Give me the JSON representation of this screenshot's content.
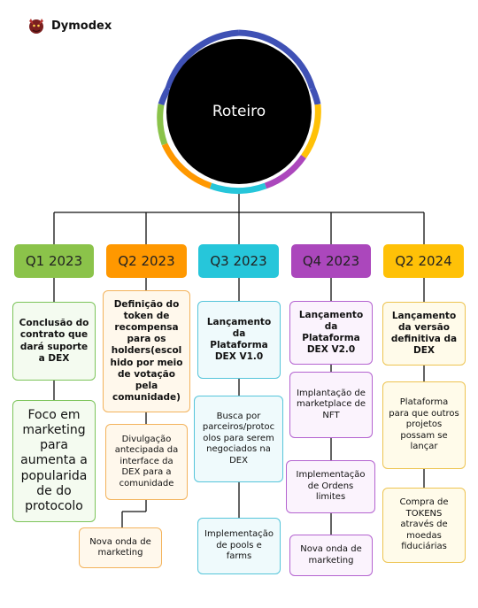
{
  "brand": {
    "name": "Dymodex",
    "logo_icon": "dragon-logo-icon"
  },
  "center": {
    "title": "Roteiro"
  },
  "colors": {
    "green": "#8bc34a",
    "orange": "#ff9800",
    "teal": "#26c6da",
    "purple": "#ab47bc",
    "yellow": "#ffc107",
    "indigo": "#3f51b5",
    "black": "#000000"
  },
  "columns": [
    {
      "quarter": "Q1 2023",
      "items": [
        "Conclusão do contrato que dará suporte a DEX",
        "Foco em marketing para aumenta a popularida de do protocolo"
      ]
    },
    {
      "quarter": "Q2 2023",
      "items": [
        "Definição do token de recompensa para os holders(escolhido por meio de votação pela comunidade)",
        "Divulgação antecipada da interface da DEX para a comunidade",
        "Nova onda de marketing"
      ]
    },
    {
      "quarter": "Q3 2023",
      "items": [
        "Lançamento da Plataforma DEX V1.0",
        "Busca por parceiros/protocolos para serem negociados na DEX",
        "Implementação de pools e farms"
      ]
    },
    {
      "quarter": "Q4 2023",
      "items": [
        "Lançamento da Plataforma DEX V2.0",
        "Implantação de marketplace de NFT",
        "Implementação de Ordens limites",
        "Nova onda de marketing"
      ]
    },
    {
      "quarter": "Q2 2024",
      "items": [
        "Lançamento da versão definitiva da DEX",
        "Plataforma para que outros projetos possam se lançar",
        "Compra de TOKENS através de moedas fiduciárias"
      ]
    }
  ]
}
